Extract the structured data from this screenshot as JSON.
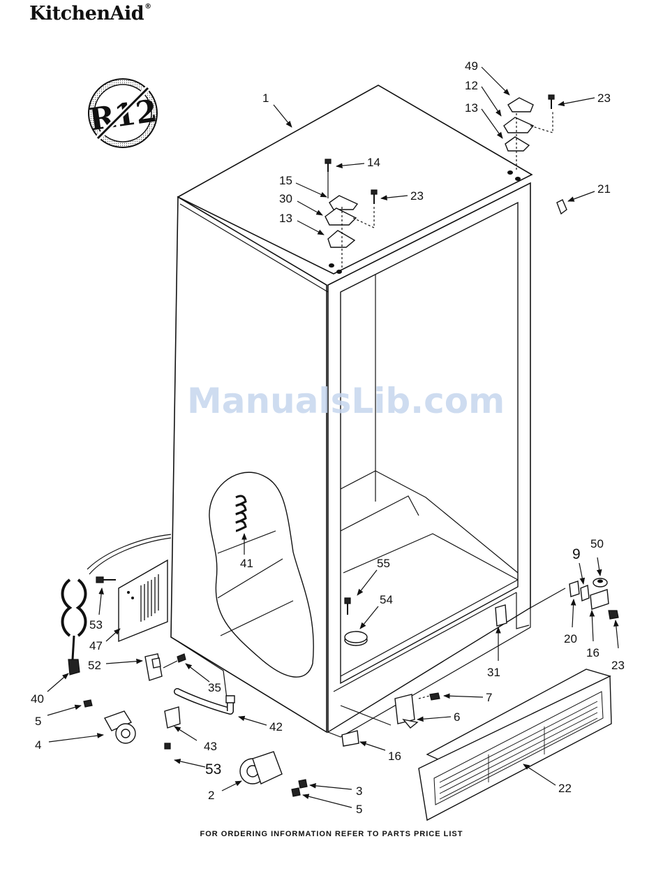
{
  "brand": {
    "name": "KitchenAid",
    "mark": "®"
  },
  "badge": {
    "text": "R12"
  },
  "watermark": "ManualsLib.com",
  "footer": "FOR ORDERING INFORMATION REFER TO PARTS PRICE LIST",
  "callouts": [
    {
      "id": "1",
      "label": "1"
    },
    {
      "id": "49",
      "label": "49"
    },
    {
      "id": "12",
      "label": "12"
    },
    {
      "id": "13a",
      "label": "13"
    },
    {
      "id": "23a",
      "label": "23"
    },
    {
      "id": "14",
      "label": "14"
    },
    {
      "id": "15",
      "label": "15"
    },
    {
      "id": "30",
      "label": "30"
    },
    {
      "id": "13b",
      "label": "13"
    },
    {
      "id": "23b",
      "label": "23"
    },
    {
      "id": "21",
      "label": "21"
    },
    {
      "id": "41",
      "label": "41"
    },
    {
      "id": "55",
      "label": "55"
    },
    {
      "id": "54",
      "label": "54"
    },
    {
      "id": "9",
      "label": "9"
    },
    {
      "id": "50",
      "label": "50"
    },
    {
      "id": "53a",
      "label": "53"
    },
    {
      "id": "47",
      "label": "47"
    },
    {
      "id": "52",
      "label": "52"
    },
    {
      "id": "35",
      "label": "35"
    },
    {
      "id": "40",
      "label": "40"
    },
    {
      "id": "5a",
      "label": "5"
    },
    {
      "id": "4",
      "label": "4"
    },
    {
      "id": "42",
      "label": "42"
    },
    {
      "id": "43",
      "label": "43"
    },
    {
      "id": "53b",
      "label": "53"
    },
    {
      "id": "2",
      "label": "2"
    },
    {
      "id": "3",
      "label": "3"
    },
    {
      "id": "5b",
      "label": "5"
    },
    {
      "id": "31",
      "label": "31"
    },
    {
      "id": "20",
      "label": "20"
    },
    {
      "id": "16a",
      "label": "16"
    },
    {
      "id": "23c",
      "label": "23"
    },
    {
      "id": "7",
      "label": "7"
    },
    {
      "id": "6",
      "label": "6"
    },
    {
      "id": "16b",
      "label": "16"
    },
    {
      "id": "22",
      "label": "22"
    }
  ]
}
